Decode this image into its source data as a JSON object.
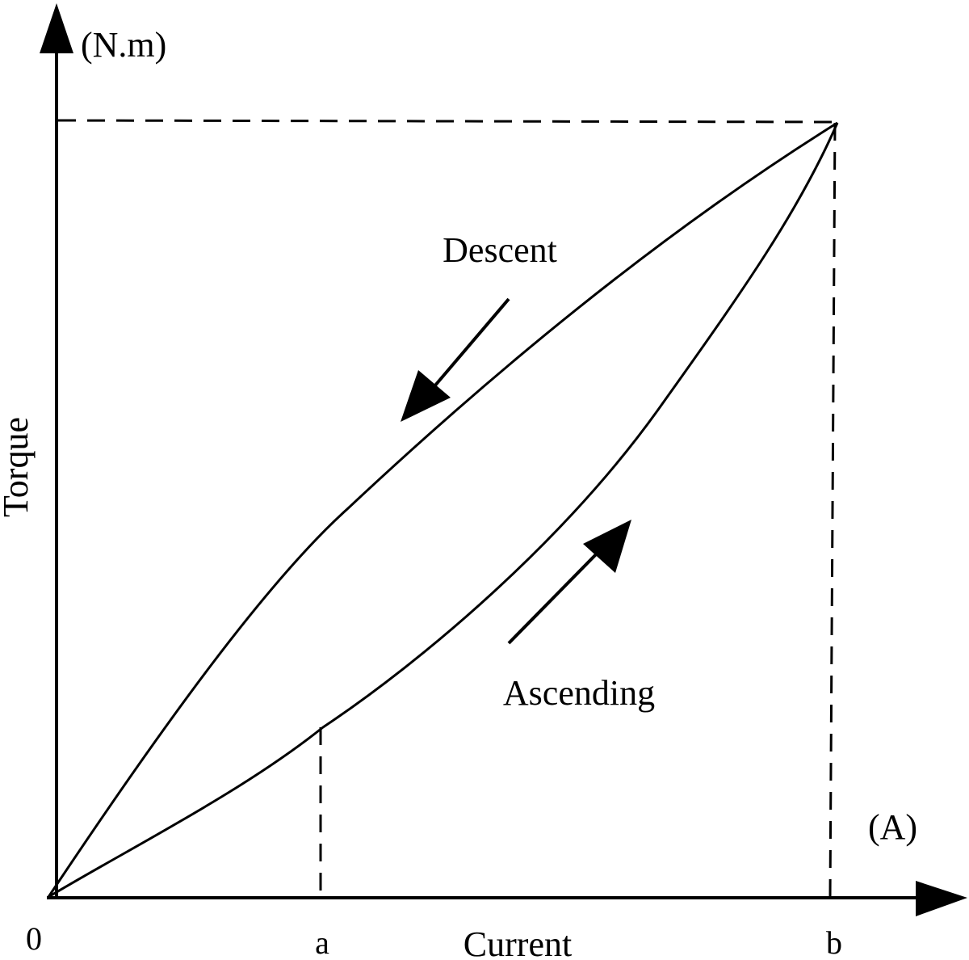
{
  "diagram": {
    "y_axis": {
      "label": "Torque",
      "unit": "(N.m)"
    },
    "x_axis": {
      "label": "Current",
      "unit": "(A)"
    },
    "ticks": {
      "origin": "0",
      "a": "a",
      "b": "b"
    },
    "curves": {
      "descent_label": "Descent",
      "ascending_label": "Ascending"
    },
    "colors": {
      "line": "#000000",
      "background": "#ffffff"
    }
  }
}
